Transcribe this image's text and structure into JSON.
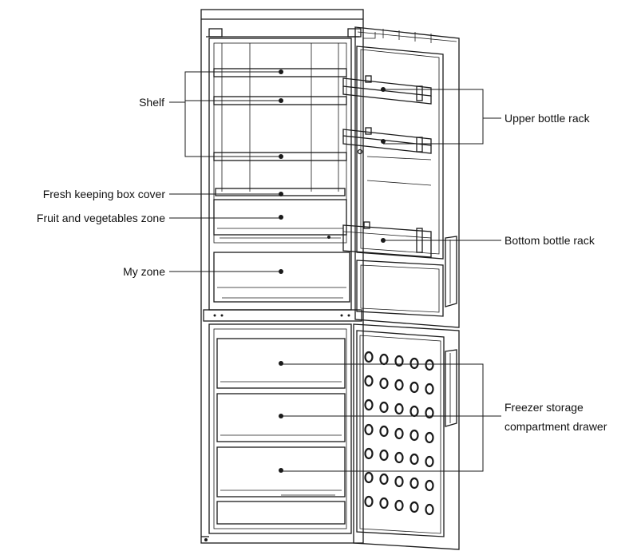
{
  "labels": {
    "shelf": "Shelf",
    "fresh_keeping_box_cover": "Fresh keeping box cover",
    "fruit_vegetables_zone": "Fruit and vegetables zone",
    "my_zone": "My zone",
    "upper_bottle_rack": "Upper bottle rack",
    "bottom_bottle_rack": "Bottom bottle rack",
    "freezer_drawer_line1": "Freezer storage",
    "freezer_drawer_line2": "compartment drawer"
  }
}
